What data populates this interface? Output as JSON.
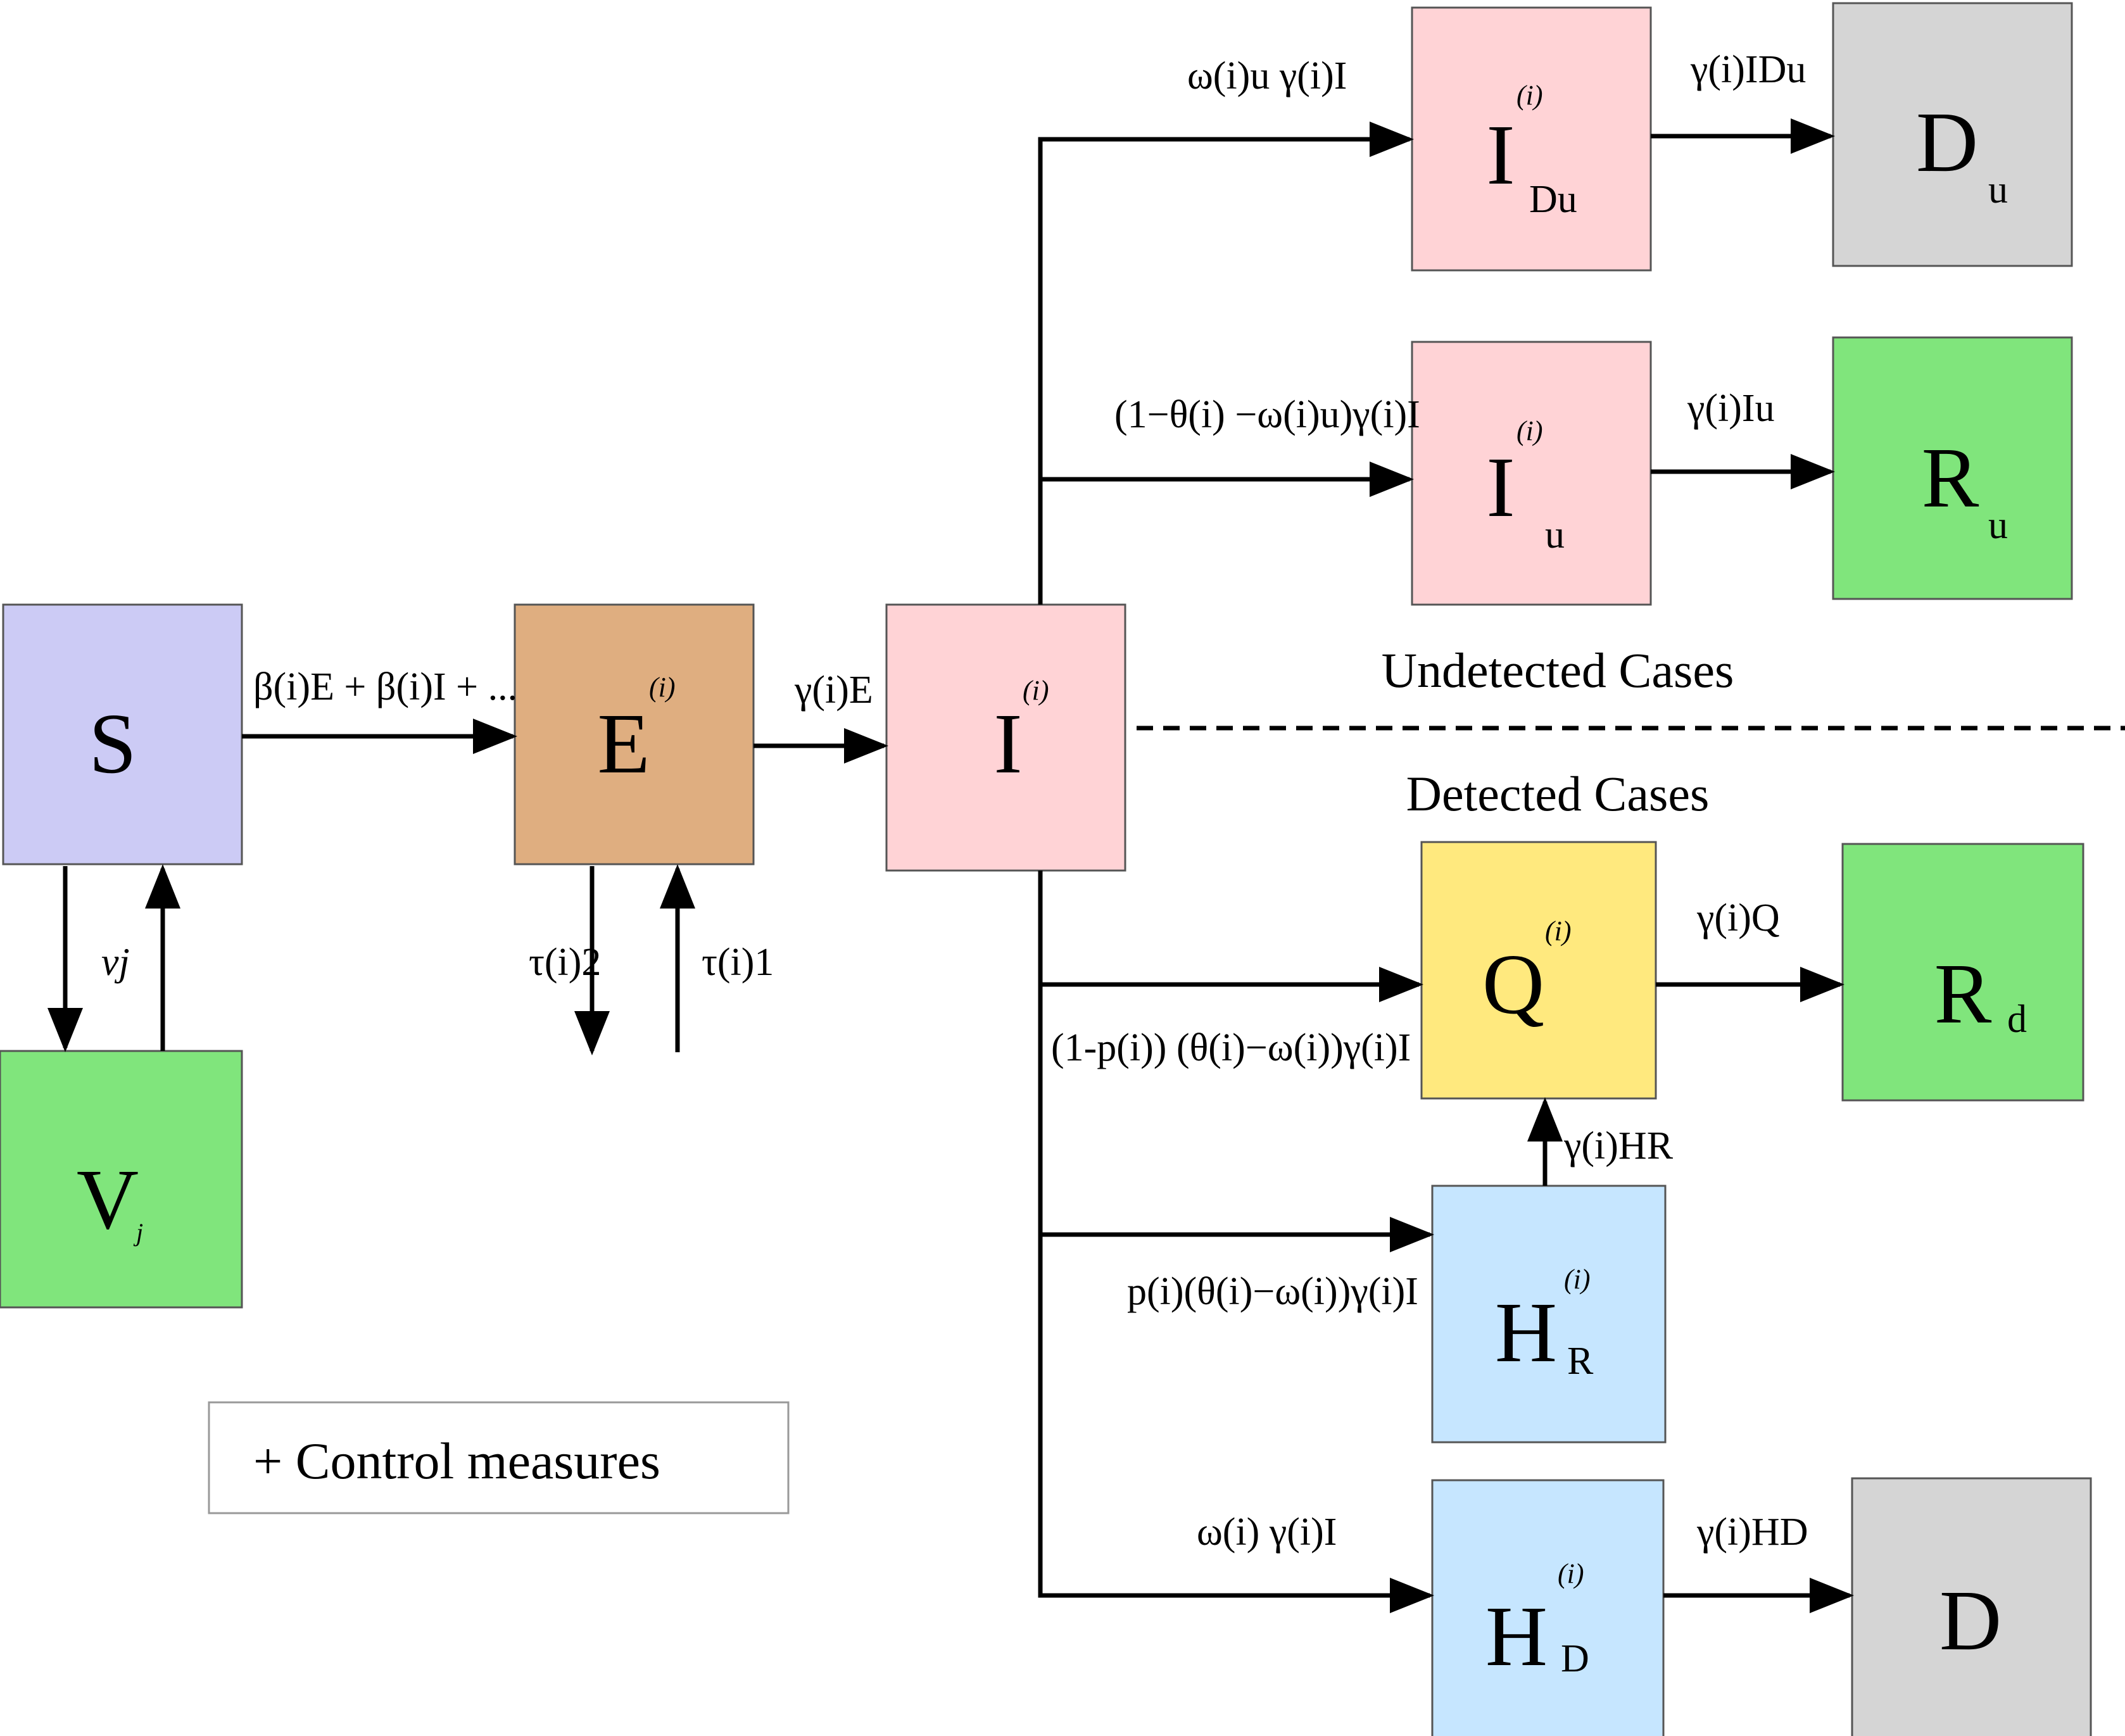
{
  "compartments": {
    "S": {
      "label": "S",
      "sub": "",
      "sup": "",
      "color": "#cccbf5"
    },
    "Vj": {
      "label": "V",
      "sub": "j",
      "sup": "",
      "color": "#80e57c"
    },
    "E": {
      "label": "E",
      "sub": "",
      "sup": "(i)",
      "color": "#dfae80"
    },
    "I": {
      "label": "I",
      "sub": "",
      "sup": "(i)",
      "color": "#ffd3d6"
    },
    "IDu": {
      "label": "I",
      "sub": "Du",
      "sup": "(i)",
      "color": "#ffd3d6"
    },
    "Du": {
      "label": "D",
      "sub": "u",
      "sup": "",
      "color": "#d5d5d5"
    },
    "Iu": {
      "label": "I",
      "sub": "u",
      "sup": "(i)",
      "color": "#ffd3d6"
    },
    "Ru": {
      "label": "R",
      "sub": "u",
      "sup": "",
      "color": "#80e57c"
    },
    "Q": {
      "label": "Q",
      "sub": "",
      "sup": "(i)",
      "color": "#ffe97e"
    },
    "Rd": {
      "label": "R",
      "sub": "d",
      "sup": "",
      "color": "#80e57c"
    },
    "HR": {
      "label": "H",
      "sub": "R",
      "sup": "(i)",
      "color": "#c6e6ff"
    },
    "HD": {
      "label": "H",
      "sub": "D",
      "sup": "(i)",
      "color": "#c6e6ff"
    },
    "D": {
      "label": "D",
      "sub": "",
      "sup": "",
      "color": "#d5d5d5"
    }
  },
  "rates": {
    "S_E": "β(i)E + β(i)I + ...",
    "S_V": "vj",
    "E_I": "γ(i)E",
    "tau2": "τ(i)2",
    "tau1": "τ(i)1",
    "I_IDu": "ω(i)u γ(i)I",
    "IDu_Du": "γ(i)IDu",
    "I_Iu": "(1−θ(i) −ω(i)u)γ(i)I",
    "Iu_Ru": "γ(i)Iu",
    "I_Q": "(1-p(i)) (θ(i)−ω(i))γ(i)I",
    "Q_Rd": "γ(i)Q",
    "HR_Q": "γ(i)HR",
    "I_HR": "p(i)(θ(i)−ω(i))γ(i)I",
    "I_HD": "ω(i) γ(i)I",
    "HD_D": "γ(i)HD"
  },
  "sections": {
    "undetected": "Undetected Cases",
    "detected": "Detected Cases"
  },
  "legend": {
    "text": "+ Control measures"
  },
  "colors": {
    "stroke": "#000000",
    "box_border": "#555555"
  }
}
